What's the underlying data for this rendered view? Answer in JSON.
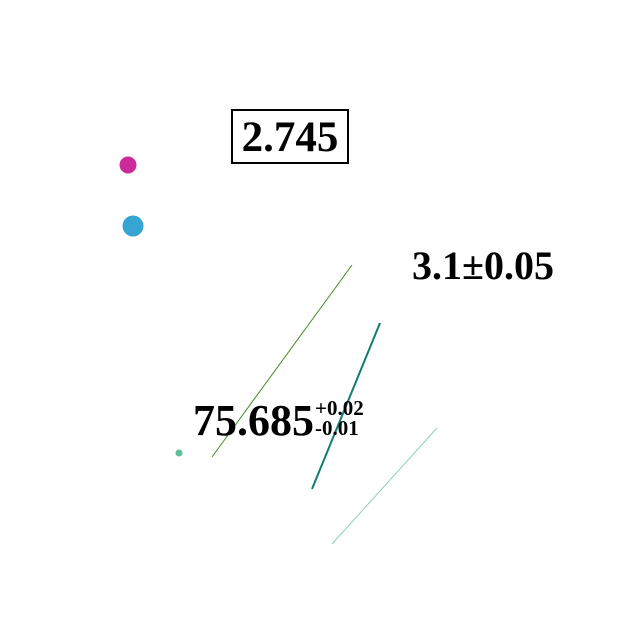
{
  "labels": {
    "boxed_value": "2.745",
    "plus_minus_value": "3.1±0.05",
    "asymmetric": {
      "value": "75.685",
      "upper": "+0.02",
      "lower": "-0.01"
    }
  },
  "colors": {
    "magenta_dot": "#cc2a99",
    "blue_dot": "#36a5d4",
    "small_green_dot": "#5cc09a",
    "olive_line": "#3f8f1d",
    "teal_line": "#127d6e",
    "pale_line": "#8fd0b6"
  }
}
